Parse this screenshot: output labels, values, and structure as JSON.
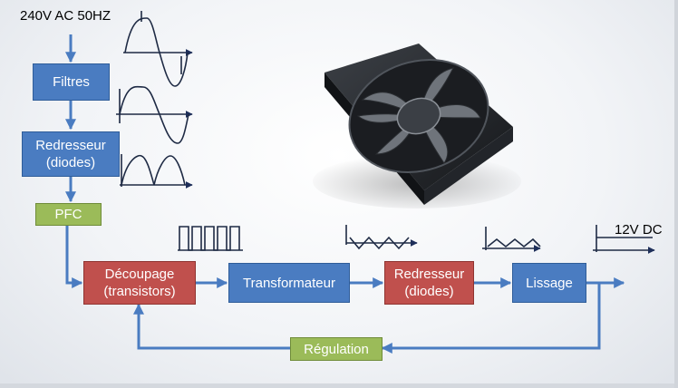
{
  "input_label": "240V AC 50HZ",
  "output_label": "12V DC",
  "blocks": {
    "filtres": "Filtres",
    "redresseur_in": "Redresseur\n(diodes)",
    "pfc": "PFC",
    "decoupage": "Découpage\n(transistors)",
    "transformateur": "Transformateur",
    "redresseur_out": "Redresseur\n(diodes)",
    "lissage": "Lissage",
    "regulation": "Régulation"
  },
  "colors": {
    "blue_block": "#4a7cc1",
    "red_block": "#c0504d",
    "green_block": "#9bbb59",
    "arrow": "#4a7cc1"
  },
  "image": "cooling-fan-photo"
}
